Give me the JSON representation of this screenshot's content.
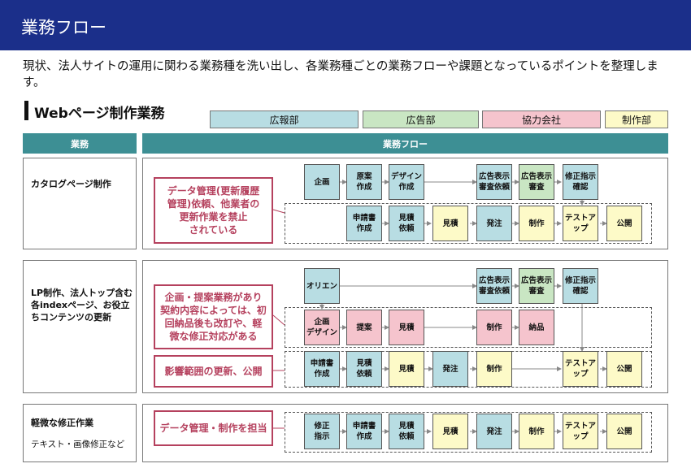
{
  "header": {
    "title": "業務フロー"
  },
  "intro": "現状、法人サイトの運用に関わる業務種を洗い出し、各業務種ごとの業務フローや課題となっているポイントを整理します。",
  "section_title": "Webページ制作業務",
  "legend": [
    {
      "label": "広報部",
      "color": "#b8dde3"
    },
    {
      "label": "広告部",
      "color": "#c9e6c3"
    },
    {
      "label": "協力会社",
      "color": "#f5c4cd"
    },
    {
      "label": "制作部",
      "color": "#fdfac8"
    }
  ],
  "headers": {
    "task": "業務",
    "flow": "業務フロー"
  },
  "rows": [
    {
      "name": "カタログページ制作",
      "sub": "",
      "notes": [
        "データ管理(更新履歴\n管理)依頼、他業者の\n更新作業を禁止\nされている"
      ],
      "boxes": [
        {
          "label": "企画",
          "dept": "koho"
        },
        {
          "label": "原案\n作成",
          "dept": "koho"
        },
        {
          "label": "デザイン\n作成",
          "dept": "koho"
        },
        {
          "label": "広告表示\n審査依頼",
          "dept": "koho"
        },
        {
          "label": "広告表示\n審査",
          "dept": "kokoku"
        },
        {
          "label": "修正指示\n確認",
          "dept": "koho"
        },
        {
          "label": "申請書\n作成",
          "dept": "koho"
        },
        {
          "label": "見積\n依頼",
          "dept": "koho"
        },
        {
          "label": "見積",
          "dept": "sei"
        },
        {
          "label": "発注",
          "dept": "koho"
        },
        {
          "label": "制作",
          "dept": "sei"
        },
        {
          "label": "テストアップ",
          "dept": "sei"
        },
        {
          "label": "公開",
          "dept": "sei"
        }
      ]
    },
    {
      "name": "LP制作、法人トップ含む各indexページ、お役立ちコンテンツの更新",
      "sub": "",
      "notes": [
        "企画・提案業務があり\n契約内容によっては、初\n回納品後も改訂や、軽\n微な修正対応がある",
        "影響範囲の更新、公開"
      ],
      "boxes": [
        {
          "label": "オリエン",
          "dept": "koho"
        },
        {
          "label": "広告表示\n審査依頼",
          "dept": "koho"
        },
        {
          "label": "広告表示\n審査",
          "dept": "kokoku"
        },
        {
          "label": "修正指示\n確認",
          "dept": "koho"
        },
        {
          "label": "企画\nデザイン",
          "dept": "kyo"
        },
        {
          "label": "提案",
          "dept": "kyo"
        },
        {
          "label": "見積",
          "dept": "kyo"
        },
        {
          "label": "制作",
          "dept": "kyo"
        },
        {
          "label": "納品",
          "dept": "kyo"
        },
        {
          "label": "申請書\n作成",
          "dept": "koho"
        },
        {
          "label": "見積\n依頼",
          "dept": "koho"
        },
        {
          "label": "見積",
          "dept": "sei"
        },
        {
          "label": "発注",
          "dept": "koho"
        },
        {
          "label": "制作",
          "dept": "sei"
        },
        {
          "label": "テストアップ",
          "dept": "sei"
        },
        {
          "label": "公開",
          "dept": "sei"
        }
      ]
    },
    {
      "name": "軽微な修正作業",
      "sub": "テキスト・画像修正など",
      "notes": [
        "データ管理・制作を担当"
      ],
      "boxes": [
        {
          "label": "修正\n指示",
          "dept": "koho"
        },
        {
          "label": "申請書\n作成",
          "dept": "koho"
        },
        {
          "label": "見積\n依頼",
          "dept": "koho"
        },
        {
          "label": "見積",
          "dept": "sei"
        },
        {
          "label": "発注",
          "dept": "koho"
        },
        {
          "label": "制作",
          "dept": "sei"
        },
        {
          "label": "テストアップ",
          "dept": "sei"
        },
        {
          "label": "公開",
          "dept": "sei"
        }
      ]
    }
  ]
}
